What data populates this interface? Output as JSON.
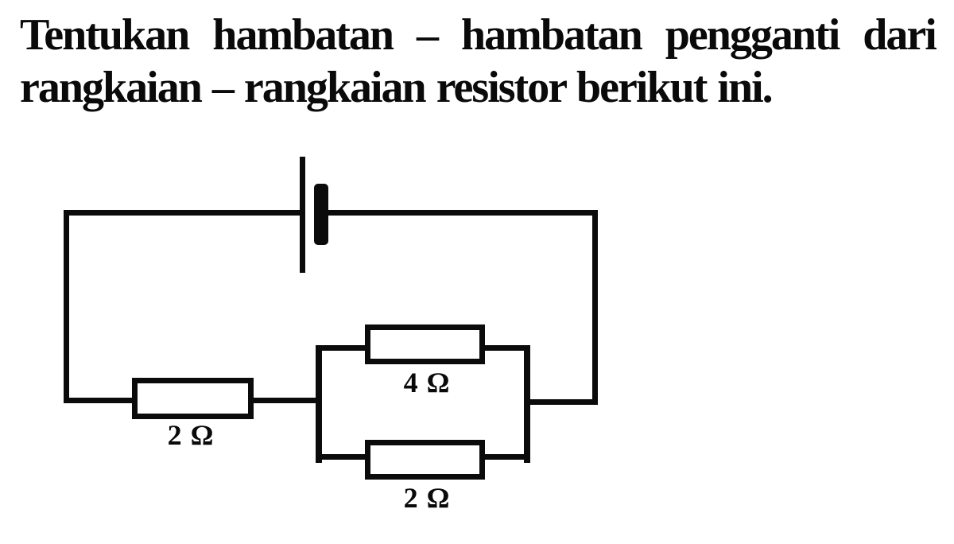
{
  "problem": {
    "line1": "Tentukan hambatan – hambatan pengganti dari",
    "line2": "rangkaian – rangkaian resistor berikut ini."
  },
  "circuit": {
    "kind": "resistor-network-with-battery",
    "battery": {
      "symbol": "single-cell"
    },
    "resistors": [
      {
        "id": "R1",
        "label": "2 Ω",
        "ohms": 2,
        "role": "series"
      },
      {
        "id": "R2",
        "label": "4 Ω",
        "ohms": 4,
        "role": "parallel-top"
      },
      {
        "id": "R3",
        "label": "2 Ω",
        "ohms": 2,
        "role": "parallel-bottom"
      }
    ],
    "colors": {
      "ink": "#0b0b0b",
      "paper": "#ffffff"
    }
  }
}
